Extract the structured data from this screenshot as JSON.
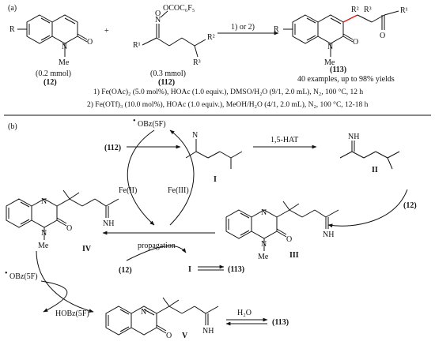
{
  "panel_a": {
    "label": "(a)",
    "reactant1": {
      "r_group": "R",
      "n_sub": "N",
      "me": "Me",
      "o": "O",
      "amount": "(0.2 mmol)",
      "id": "(12)"
    },
    "plus": "+",
    "reactant2": {
      "oxime_ester": "OCOC₆F₅",
      "n": "N",
      "o": "O",
      "r1": "R¹",
      "r2": "R²",
      "r3": "R³",
      "amount": "(0.3 mmol)",
      "id": "(112)"
    },
    "arrow_label": "1) or 2)",
    "product": {
      "r": "R",
      "r1": "R¹",
      "r2": "R²",
      "r3": "R³",
      "n": "N",
      "me": "Me",
      "o": "O",
      "id": "(113)"
    },
    "scope": "40 examples, up to 98% yields",
    "condition1": "1) Fe(OAc)₂ (5.0 mol%), HOAc (1.0 equiv.), DMSO/H₂O (9/1, 2.0 mL), N₂, 100 °C, 12 h",
    "condition2": "2) Fe(OTf)₃ (10.0 mol%), HOAc (1.0 equiv.), MeOH/H₂O (4/1, 2.0 mL), N₂, 100 °C, 12-18 h"
  },
  "panel_b": {
    "label": "(b)",
    "radical_obz": "OBz(5F)",
    "start_id": "(112)",
    "fe2": "Fe(II)",
    "fe3": "Fe(III)",
    "intI": {
      "n": "N",
      "id": "I"
    },
    "hat": "1,5-HAT",
    "intII": {
      "nh": "NH",
      "id": "II"
    },
    "add12": "(12)",
    "intIII": {
      "n": "N",
      "nh": "NH",
      "me": "Me",
      "o": "O",
      "id": "III"
    },
    "intIV": {
      "n": "N",
      "nh": "NH",
      "me": "Me",
      "o": "O",
      "id": "IV"
    },
    "propagation": "propagation",
    "prop12": "(12)",
    "prop_I": "I",
    "prop_113": "(113)",
    "obz_in": "OBz(5F)",
    "hobz_out": "HOBz(5F)",
    "intV": {
      "n": "N",
      "nh": "NH",
      "o": "O",
      "id": "V"
    },
    "h2o": "H₂O",
    "final113": "(113)"
  }
}
